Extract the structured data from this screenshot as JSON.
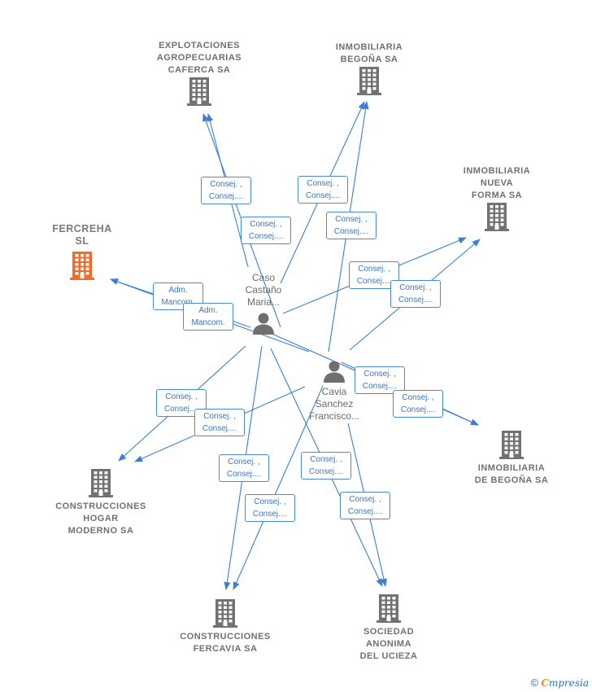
{
  "colors": {
    "edge": "#3a7fd5",
    "building": "#727272",
    "building_primary": "#f26a2e",
    "person": "#6f6f6f"
  },
  "companies": {
    "explotaciones": "EXPLOTACIONES\nAGROPECUARIAS\nCAFERCA SA",
    "begona_top": "INMOBILIARIA\nBEGOÑA SA",
    "nueva_forma": "INMOBILIARIA\nNUEVA\nFORMA SA",
    "fercreha": "FERCREHA\nSL",
    "de_begona": "INMOBILIARIA\nDE BEGOÑA SA",
    "hogar": "CONSTRUCCIONES\nHOGAR\nMODERNO SA",
    "fercavia": "CONSTRUCCIONES\nFERCAVIA SA",
    "ucieza": "SOCIEDAD\nANONIMA\nDEL UCIEZA"
  },
  "people": {
    "caso": "Caso\nCastaño\nMaria...",
    "cavia": "Cavia\nSanchez\nFrancisco..."
  },
  "roles": {
    "consej": "Consej. ,\nConsej....",
    "adm": "Adm.\nMancom."
  },
  "watermark": {
    "symbol": "©",
    "brand_initial": "C",
    "brand_rest": "mpresia"
  }
}
